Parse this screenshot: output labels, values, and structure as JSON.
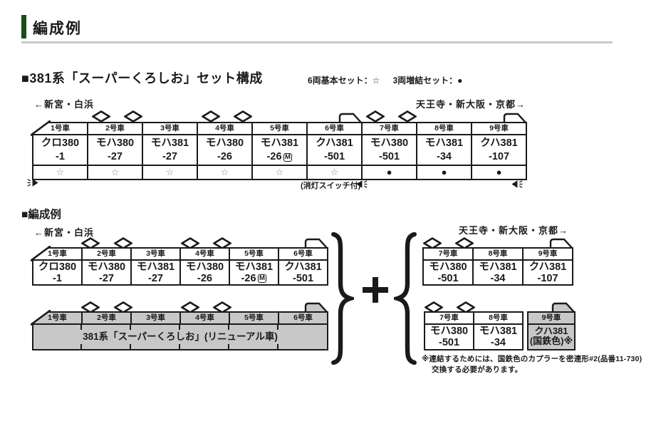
{
  "page": {
    "title": "編成例"
  },
  "section1": {
    "title": "■381系「スーパーくろしお」セット構成",
    "legend": {
      "basic": "6両基本セット：☆",
      "addon": "3両増結セット：●"
    },
    "direction_left": "←新宮・白浜",
    "direction_right": "天王寺・新大阪・京都→",
    "light_switch_note": "(消灯スイッチ付)",
    "cars": [
      {
        "no": "1号車",
        "name": "クロ380",
        "number": "-1",
        "mark": "☆"
      },
      {
        "no": "2号車",
        "name": "モハ380",
        "number": "-27",
        "mark": "☆"
      },
      {
        "no": "3号車",
        "name": "モハ381",
        "number": "-27",
        "mark": "☆"
      },
      {
        "no": "4号車",
        "name": "モハ380",
        "number": "-26",
        "mark": "☆"
      },
      {
        "no": "5号車",
        "name": "モハ381",
        "number": "-26",
        "motor": "M",
        "mark": "☆"
      },
      {
        "no": "6号車",
        "name": "クハ381",
        "number": "-501",
        "mark": "☆"
      },
      {
        "no": "7号車",
        "name": "モハ380",
        "number": "-501",
        "mark": "●"
      },
      {
        "no": "8号車",
        "name": "モハ381",
        "number": "-34",
        "mark": "●"
      },
      {
        "no": "9号車",
        "name": "クハ381",
        "number": "-107",
        "mark": "●"
      }
    ]
  },
  "section2": {
    "title": "■編成例",
    "direction_left": "←新宮・白浜",
    "direction_right": "天王寺・新大阪・京都→",
    "plus_sign": "+",
    "basic_cars": [
      {
        "no": "1号車",
        "name": "クロ380",
        "number": "-1"
      },
      {
        "no": "2号車",
        "name": "モハ380",
        "number": "-27"
      },
      {
        "no": "3号車",
        "name": "モハ381",
        "number": "-27"
      },
      {
        "no": "4号車",
        "name": "モハ380",
        "number": "-26"
      },
      {
        "no": "5号車",
        "name": "モハ381",
        "number": "-26",
        "motor": "M"
      },
      {
        "no": "6号車",
        "name": "クハ381",
        "number": "-501"
      }
    ],
    "addon_cars": [
      {
        "no": "7号車",
        "name": "モハ380",
        "number": "-501"
      },
      {
        "no": "8号車",
        "name": "モハ381",
        "number": "-34"
      },
      {
        "no": "9号車",
        "name": "クハ381",
        "number": "-107"
      }
    ],
    "renewal": {
      "car_nos": [
        "1号車",
        "2号車",
        "3号車",
        "4号車",
        "5号車",
        "6号車"
      ],
      "label": "381系「スーパーくろしお」(リニューアル車)"
    },
    "addon2_cars": [
      {
        "no": "7号車",
        "name": "モハ380",
        "number": "-501"
      },
      {
        "no": "8号車",
        "name": "モハ381",
        "number": "-34"
      }
    ],
    "jnr_car": {
      "no": "9号車",
      "name": "クハ381",
      "number": "(国鉄色)※"
    },
    "coupler_note_line1": "※連結するためには、国鉄色のカプラーを密連形#2(品番11-730)",
    "coupler_note_line2": "交換する必要があります。"
  }
}
